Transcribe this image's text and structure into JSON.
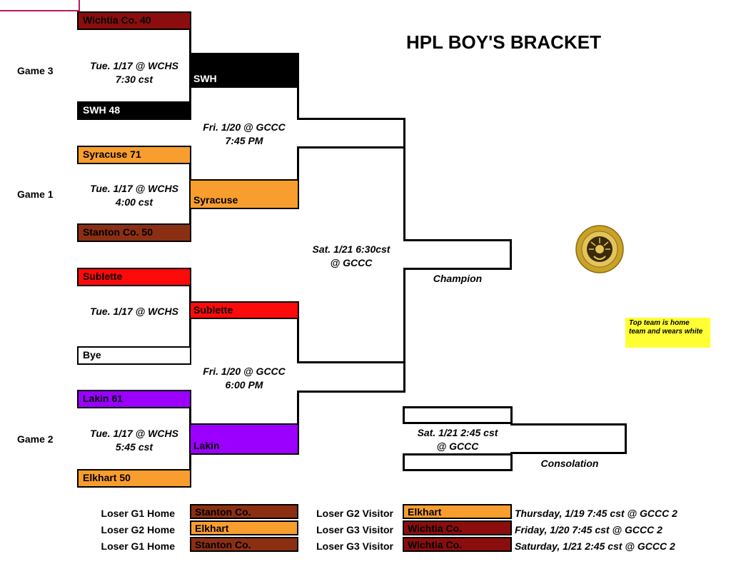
{
  "title": "HPL BOY'S BRACKET",
  "colors": {
    "maroon": "#8b0d0d",
    "brown": "#8b2f13",
    "orange": "#f89e2e",
    "red": "#ff0a0a",
    "purple": "#9b00ff",
    "black": "#000000",
    "white": "#ffffff",
    "note_yellow": "#ffff33",
    "corner_pink": "#c2185b",
    "seal_gold": "#c9a227"
  },
  "games": {
    "game3": {
      "label": "Game 3",
      "time": "Tue. 1/17  @ WCHS",
      "time2": "7:30 cst",
      "top": "Wichtia Co. 40",
      "bottom": "SWH 48",
      "winner": "SWH"
    },
    "game1": {
      "label": "Game 1",
      "time": "Tue. 1/17  @ WCHS",
      "time2": "4:00 cst",
      "top": "Syracuse 71",
      "bottom": "Stanton Co. 50",
      "winner": "Syracuse"
    },
    "game_bye": {
      "time": "Tue. 1/17  @ WCHS",
      "top": "Sublette",
      "bottom": "Bye",
      "winner": "Sublette"
    },
    "game2": {
      "label": "Game 2",
      "time": "Tue. 1/17  @ WCHS",
      "time2": "5:45 cst",
      "top": "Lakin 61",
      "bottom": "Elkhart 50",
      "winner": "Lakin"
    }
  },
  "semis": {
    "upper": {
      "time": "Fri. 1/20 @ GCCC",
      "time2": "7:45 PM"
    },
    "lower": {
      "time": "Fri. 1/20 @ GCCC",
      "time2": "6:00 PM"
    }
  },
  "final": {
    "time": "Sat. 1/21 6:30cst",
    "time2": "@ GCCC",
    "label": "Champion"
  },
  "consolation": {
    "time": "Sat. 1/21 2:45 cst",
    "time2": "@ GCCC",
    "label": "Consolation"
  },
  "note": "Top team is home team and wears white",
  "losers": [
    {
      "home_label": "Loser G1 Home",
      "home_team": "Stanton Co.",
      "visitor_label": "Loser G2 Visitor",
      "visitor_team": "Elkhart",
      "schedule": "Thursday, 1/19 7:45 cst @ GCCC 2"
    },
    {
      "home_label": "Loser G2 Home",
      "home_team": "Elkhart",
      "visitor_label": "Loser G3 Visitor",
      "visitor_team": "Wichtia Co.",
      "schedule": "Friday, 1/20 7:45 cst @ GCCC 2"
    },
    {
      "home_label": "Loser G1 Home",
      "home_team": "Stanton Co.",
      "visitor_label": "Loser G3 Visitor",
      "visitor_team": "Wichtia Co.",
      "schedule": "Saturday, 1/21 2:45 cst @ GCCC 2"
    }
  ],
  "seal": {
    "icon": "seal-icon"
  }
}
